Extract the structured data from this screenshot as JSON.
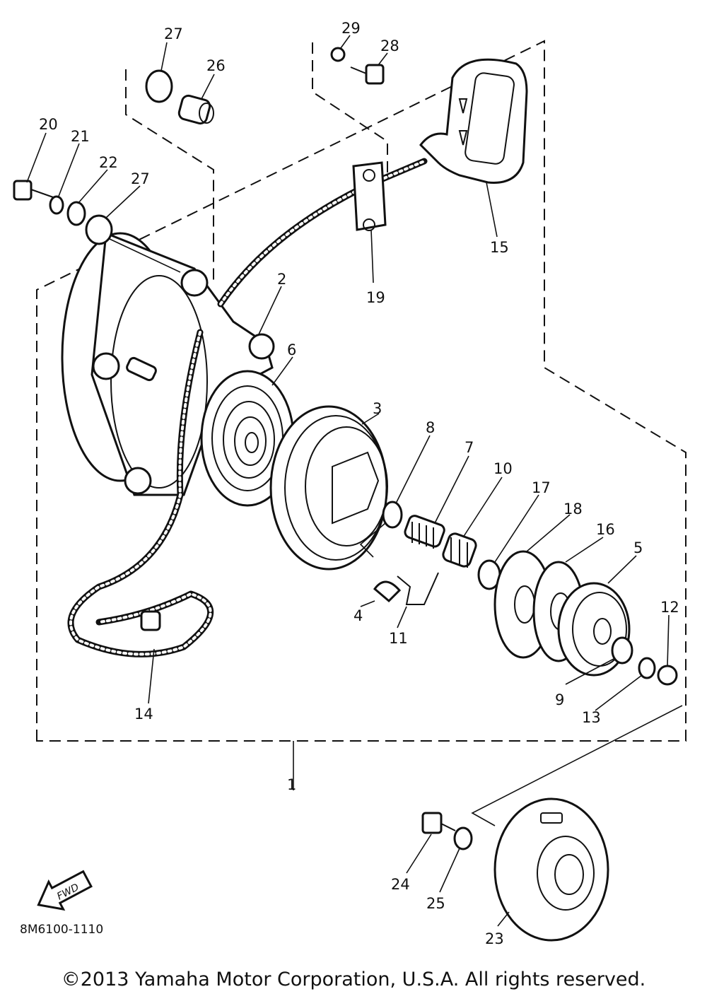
{
  "part_numbers": [
    "1",
    "2",
    "3",
    "4",
    "5",
    "6",
    "7",
    "8",
    "9",
    "10",
    "11",
    "12",
    "13",
    "14",
    "15",
    "16",
    "17",
    "18",
    "19",
    "20",
    "21",
    "22",
    "23",
    "24",
    "25",
    "26",
    "27",
    "27",
    "28",
    "29"
  ],
  "fwd_label": "FWD",
  "drawing_code": "8M6100-1110",
  "copyright": "©2013 Yamaha Motor Corporation, U.S.A. All rights reserved."
}
